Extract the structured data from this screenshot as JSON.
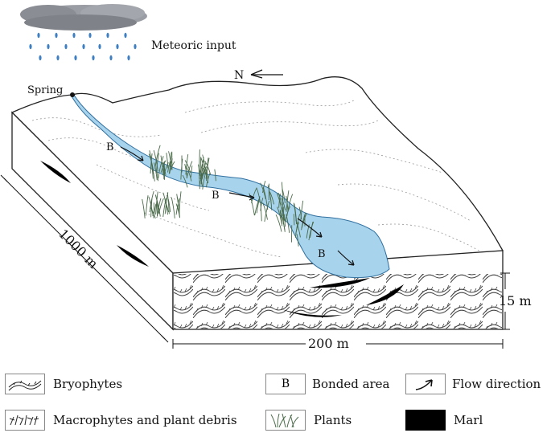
{
  "labels": {
    "meteoric": "Meteoric input",
    "north": "N",
    "spring": "Spring",
    "bonded_marker": "B",
    "length": "1000 m",
    "width": "200 m",
    "depth": "15 m"
  },
  "legend": {
    "bryophytes": "Bryophytes",
    "macrophytes": "Macrophytes and plant debris",
    "bonded_box": "B",
    "bonded": "Bonded area",
    "flow": "Flow direction",
    "plants": "Plants",
    "marl": "Marl"
  },
  "colors": {
    "water": "#a8d3ec",
    "water_edge": "#2f6f9f",
    "cloud": "#8a8d94",
    "rain": "#3f7fc4",
    "plants": "#4a6b4a",
    "marl": "#000000"
  }
}
